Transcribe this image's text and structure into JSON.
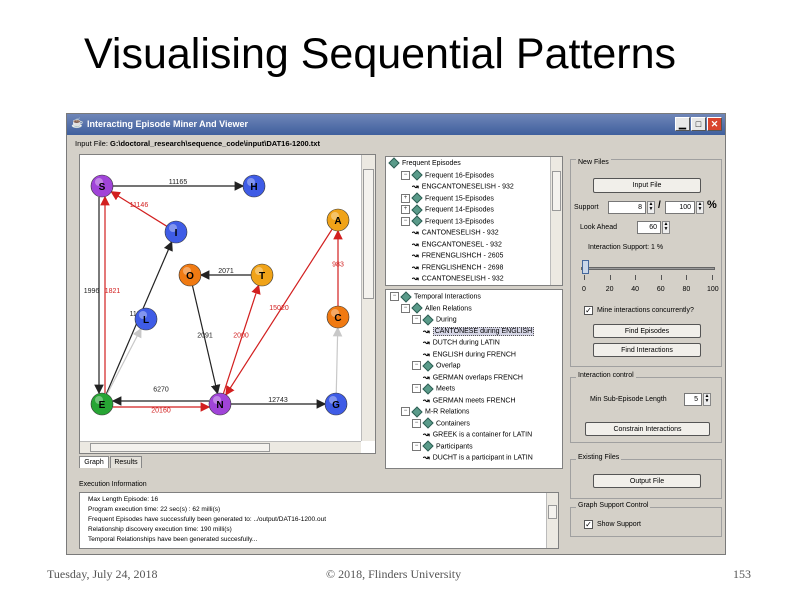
{
  "slide": {
    "title": "Visualising Sequential Patterns",
    "date": "Tuesday, July 24, 2018",
    "copyright": "© 2018, Flinders University",
    "page": "153"
  },
  "window": {
    "title": "Interacting Episode Miner And Viewer",
    "input_file_label": "Input File:",
    "input_file_path": "G:\\doctoral_research\\sequence_code\\input\\DAT16-1200.txt"
  },
  "graph": {
    "nodes": [
      {
        "id": "S",
        "label": "S",
        "color": "#a044d8"
      },
      {
        "id": "H",
        "label": "H",
        "color": "#3f5ce6"
      },
      {
        "id": "I",
        "label": "I",
        "color": "#3f5ce6"
      },
      {
        "id": "A",
        "label": "A",
        "color": "#f0a318"
      },
      {
        "id": "O",
        "label": "O",
        "color": "#f07a12"
      },
      {
        "id": "T",
        "label": "T",
        "color": "#f0a318"
      },
      {
        "id": "L",
        "label": "L",
        "color": "#3f5ce6"
      },
      {
        "id": "C",
        "label": "C",
        "color": "#f07a12"
      },
      {
        "id": "E",
        "label": "E",
        "color": "#27a534"
      },
      {
        "id": "N",
        "label": "N",
        "color": "#a044d8"
      },
      {
        "id": "G",
        "label": "G",
        "color": "#3f5ce6"
      }
    ],
    "edges": [
      {
        "from": "S",
        "to": "H",
        "label": "11165",
        "color": "#222222"
      },
      {
        "from": "I",
        "to": "S",
        "label": "11146",
        "color": "#d21f1f"
      },
      {
        "from": "E",
        "to": "S",
        "label": "1821",
        "color": "#d21f1f"
      },
      {
        "from": "S",
        "to": "E",
        "label": "1996",
        "color": "#222222"
      },
      {
        "from": "E",
        "to": "I",
        "label": "11084",
        "color": "#222222"
      },
      {
        "from": "T",
        "to": "O",
        "label": "2071",
        "color": "#222222"
      },
      {
        "from": "A",
        "to": "N",
        "label": "15020",
        "color": "#d21f1f"
      },
      {
        "from": "N",
        "to": "T",
        "label": "2000",
        "color": "#d21f1f"
      },
      {
        "from": "O",
        "to": "N",
        "label": "2091",
        "color": "#222222"
      },
      {
        "from": "C",
        "to": "A",
        "label": "983",
        "color": "#d21f1f"
      },
      {
        "from": "E",
        "to": "N",
        "label": "20160",
        "color": "#d21f1f"
      },
      {
        "from": "N",
        "to": "E",
        "label": "6270",
        "color": "#222222"
      },
      {
        "from": "N",
        "to": "G",
        "label": "12743",
        "color": "#222222"
      },
      {
        "from": "E",
        "to": "L",
        "label": "",
        "color": "#c8c8c8"
      },
      {
        "from": "G",
        "to": "C",
        "label": "",
        "color": "#c8c8c8"
      }
    ]
  },
  "tabs": [
    {
      "label": "Graph",
      "active": true
    },
    {
      "label": "Results",
      "active": false
    }
  ],
  "frequent_tree": {
    "root": "Frequent Episodes",
    "rows": [
      {
        "level": 1,
        "kind": "group",
        "label": "Frequent 16-Episodes",
        "expander": "−"
      },
      {
        "level": 2,
        "kind": "pattern",
        "label": "ENGCANTONESELISH - 932"
      },
      {
        "level": 1,
        "kind": "group",
        "label": "Frequent 15-Episodes",
        "expander": "+"
      },
      {
        "level": 1,
        "kind": "group",
        "label": "Frequent 14-Episodes",
        "expander": "+"
      },
      {
        "level": 1,
        "kind": "group",
        "label": "Frequent 13-Episodes",
        "expander": "−"
      },
      {
        "level": 2,
        "kind": "pattern",
        "label": "CANTONESELISH - 932"
      },
      {
        "level": 2,
        "kind": "pattern",
        "label": "ENGCANTONESEL - 932"
      },
      {
        "level": 2,
        "kind": "pattern",
        "label": "FRENENGLISHCH - 2605"
      },
      {
        "level": 2,
        "kind": "pattern",
        "label": "FRENGLISHENCH - 2698"
      },
      {
        "level": 2,
        "kind": "pattern",
        "label": "CCANTONESELISH - 932"
      }
    ]
  },
  "temporal_tree": {
    "root": "Temporal Interactions",
    "rows": [
      {
        "level": 1,
        "kind": "group",
        "label": "Allen Relations",
        "expander": "−"
      },
      {
        "level": 2,
        "kind": "group",
        "label": "During",
        "expander": "−"
      },
      {
        "level": 3,
        "kind": "pattern",
        "label": "CANTONESE during ENGLISH",
        "selected": true
      },
      {
        "level": 3,
        "kind": "pattern",
        "label": "DUTCH during LATIN"
      },
      {
        "level": 3,
        "kind": "pattern",
        "label": "ENGLISH during FRENCH"
      },
      {
        "level": 2,
        "kind": "group",
        "label": "Overlap",
        "expander": "−"
      },
      {
        "level": 3,
        "kind": "pattern",
        "label": "GERMAN overlaps FRENCH"
      },
      {
        "level": 2,
        "kind": "group",
        "label": "Meets",
        "expander": "−"
      },
      {
        "level": 3,
        "kind": "pattern",
        "label": "GERMAN meets FRENCH"
      },
      {
        "level": 1,
        "kind": "group",
        "label": "M-R Relations",
        "expander": "−"
      },
      {
        "level": 2,
        "kind": "group",
        "label": "Containers",
        "expander": "−"
      },
      {
        "level": 3,
        "kind": "pattern",
        "label": "GREEK is a container for LATIN"
      },
      {
        "level": 2,
        "kind": "group",
        "label": "Participants",
        "expander": "−"
      },
      {
        "level": 3,
        "kind": "pattern",
        "label": "DUCHT is a participant in LATIN"
      }
    ]
  },
  "execution": {
    "header": "Execution Information",
    "lines": [
      "Max Length Episode: 16",
      "Program execution time: 22 sec(s) : 62 milli(s)",
      "Frequent Episodes have successfully been generated to: ../output/DAT16-1200.out",
      "Relationship discovery execution time: 190 milli(s)",
      "Temporal Relationships have been generated succesfully..."
    ]
  },
  "controls": {
    "new_files_label": "New Files",
    "input_file_button": "Input File",
    "support_label": "Support",
    "support_value": "8",
    "support_sep": "/",
    "support_total": "100",
    "percent": "%",
    "lookahead_label": "Look Ahead",
    "lookahead_value": "60",
    "interaction_support_label": "Interaction Support: 1 %",
    "interaction_support_fraction": 0.01,
    "slider_ticks": [
      "0",
      "20",
      "40",
      "60",
      "80",
      "100"
    ],
    "mine_checkbox_label": "Mine interactions concurrently?",
    "mine_checked": true,
    "find_episodes_button": "Find Episodes",
    "find_interactions_button": "Find Interactions",
    "interaction_control_label": "Interaction control",
    "min_sub_label": "Min Sub-Episode Length",
    "min_sub_value": "5",
    "constrain_button": "Constrain Interactions",
    "existing_files_label": "Existing Files",
    "output_file_button": "Output File",
    "graph_support_label": "Graph Support Control",
    "show_support_label": "Show Support",
    "show_support_checked": true
  }
}
